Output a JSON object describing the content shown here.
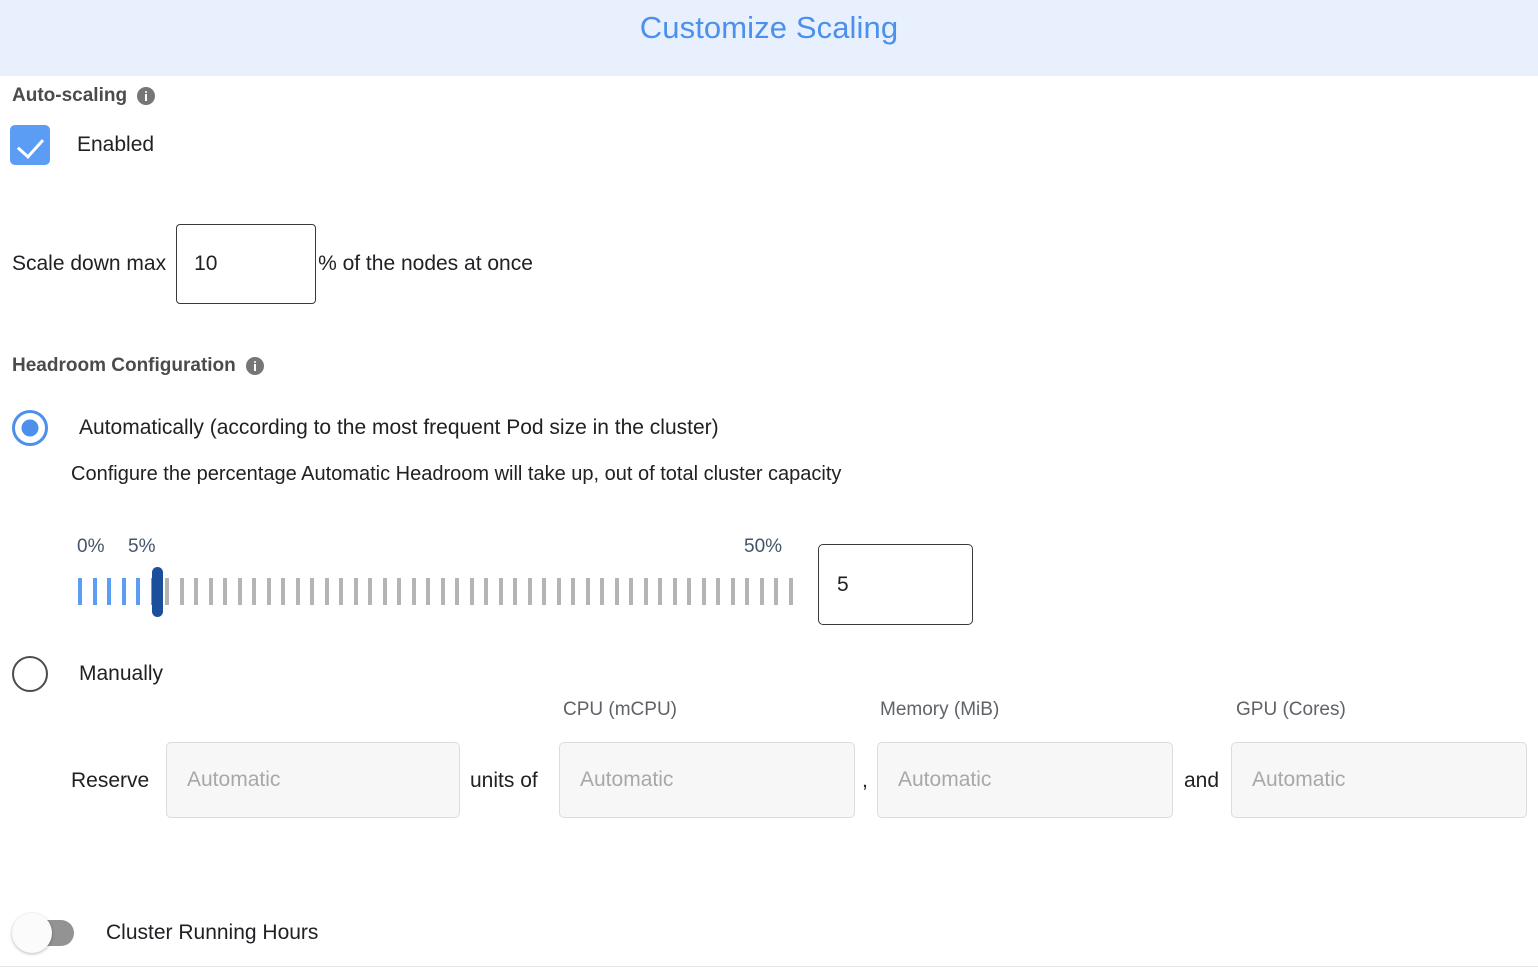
{
  "header": {
    "title": "Customize Scaling",
    "background_color": "#e9f0fd",
    "title_color": "#4a90ec"
  },
  "auto_scaling": {
    "heading": "Auto-scaling",
    "info_icon": "info-icon",
    "enabled_label": "Enabled",
    "enabled_checked": true,
    "checkbox_color": "#5b9df5"
  },
  "scale_down": {
    "label": "Scale down max",
    "value": "10",
    "placeholder": "",
    "suffix": "% of the nodes at once"
  },
  "headroom": {
    "heading": "Headroom Configuration",
    "info_icon": "info-icon",
    "mode": "automatic",
    "automatic": {
      "label": "Automatically (according to the most frequent Pod size in the cluster)",
      "description": "Configure the percentage Automatic Headroom will take up, out of total cluster capacity",
      "selected": true
    },
    "manual": {
      "label": "Manually",
      "selected": false
    },
    "slider": {
      "min_label": "0%",
      "current_label": "5%",
      "max_label": "50%",
      "min": 0,
      "max": 50,
      "value": 5,
      "tick_count": 50,
      "filled_color": "#5b9df5",
      "empty_color": "#b4b4b4",
      "thumb_color": "#1b4f9c",
      "value_box": "5"
    },
    "reserve": {
      "reserve_word": "Reserve",
      "units_of_word": "units of",
      "comma": ",",
      "and_word": "and",
      "units_value": "",
      "units_placeholder": "Automatic",
      "cpu_label": "CPU (mCPU)",
      "cpu_value": "",
      "cpu_placeholder": "Automatic",
      "memory_label": "Memory (MiB)",
      "memory_value": "",
      "memory_placeholder": "Automatic",
      "gpu_label": "GPU (Cores)",
      "gpu_value": "",
      "gpu_placeholder": "Automatic"
    }
  },
  "cluster_running_hours": {
    "label": "Cluster Running Hours",
    "enabled": false,
    "track_color": "#939393"
  }
}
